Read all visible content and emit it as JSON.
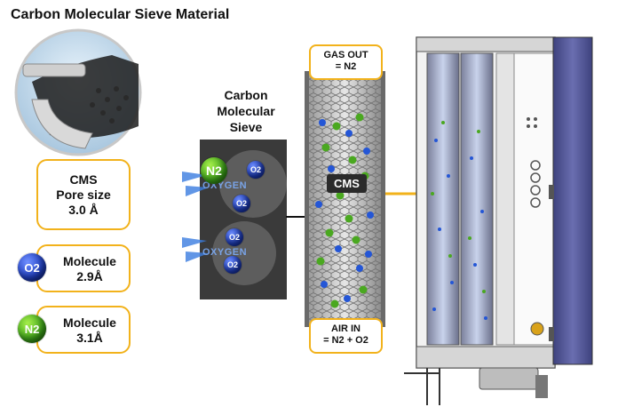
{
  "title": "Carbon Molecular Sieve Material",
  "cms_box": {
    "line1": "CMS",
    "line2": "Pore size",
    "line3": "3.0 Å"
  },
  "o2_molecule": {
    "symbol": "O2",
    "label": "Molecule",
    "size": "2.9Å"
  },
  "n2_molecule": {
    "symbol": "N2",
    "label": "Molecule",
    "size": "3.1Å"
  },
  "sieve_label": {
    "line1": "Carbon",
    "line2": "Molecular",
    "line3": "Sieve"
  },
  "sieve_panel": {
    "n2": "N2",
    "o2": "O2",
    "oxygen_text": "OXYGEN"
  },
  "column": {
    "gas_out": {
      "line1": "GAS OUT",
      "line2": "= N2"
    },
    "air_in": {
      "line1": "AIR IN",
      "line2": "= N2 + O2"
    },
    "cms_tag": "CMS"
  },
  "colors": {
    "accent": "#f2b21b",
    "o2": "#1f3fc2",
    "n2": "#3ea61a",
    "panel": "#3a3a3a",
    "cabinet": "#5a5e9c"
  }
}
